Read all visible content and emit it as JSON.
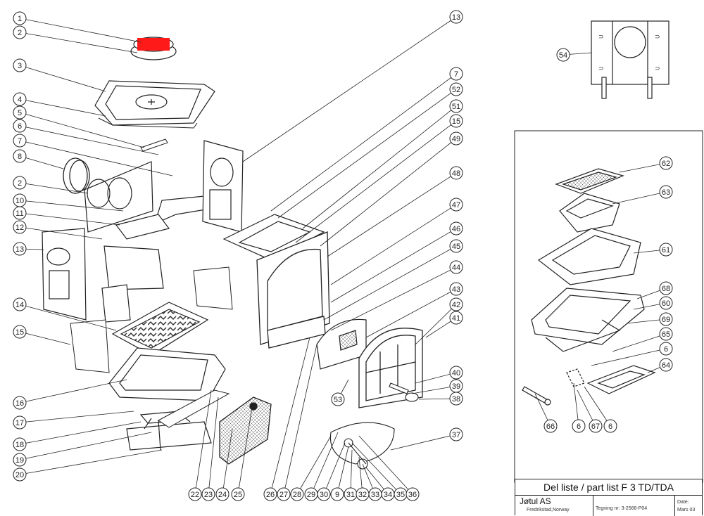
{
  "diagram": {
    "labels_left": [
      "1",
      "2",
      "3",
      "4",
      "5",
      "6",
      "7",
      "8",
      "2",
      "10",
      "11",
      "12",
      "13",
      "14",
      "15",
      "16",
      "17",
      "18",
      "19",
      "20"
    ],
    "labels_right": [
      "13",
      "7",
      "52",
      "51",
      "15",
      "49",
      "48",
      "47",
      "46",
      "45",
      "44",
      "43",
      "42",
      "41",
      "40",
      "39",
      "38",
      "37"
    ],
    "labels_bottom": [
      "22",
      "23",
      "24",
      "25",
      "26",
      "27",
      "28",
      "29",
      "30",
      "9",
      "31",
      "32",
      "33",
      "34",
      "35",
      "36"
    ],
    "label_53": "53",
    "label_54": "54",
    "inset_labels": [
      "62",
      "63",
      "61",
      "68",
      "60",
      "69",
      "65",
      "6",
      "64"
    ],
    "inset_bottom_labels": [
      "66",
      "6",
      "67",
      "6"
    ]
  },
  "title_block": {
    "title": "Del liste / part list F 3 TD/TDA",
    "company": "Jøtul AS",
    "city": "Fredrikstad,Norway",
    "drawing_no": "Tegning nr: 3-2566-P04",
    "date_label": "Date:",
    "date_value": "Mars 03"
  },
  "colors": {
    "line": "#222222",
    "redaction": "#ff1a1a",
    "fill": "#ffffff"
  }
}
